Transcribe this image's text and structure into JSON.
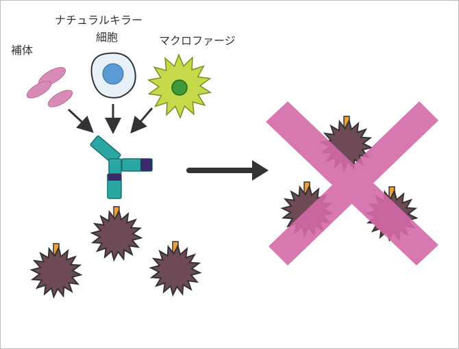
{
  "labels": {
    "complement": "補体",
    "nk_line1": "ナチュラルキラー",
    "nk_line2": "細胞",
    "macrophage": "マクロファージ"
  },
  "colors": {
    "complement": "#d98bb8",
    "nk_cell_outer": "#e8f0f8",
    "nk_nucleus": "#5b9bd5",
    "macrophage_body": "#c5d94a",
    "macrophage_nucleus": "#3e9b3a",
    "antibody_teal": "#2aa6a3",
    "antibody_dark": "#3b2a6b",
    "virus_body": "#6e4a55",
    "virus_tag": "#f0a030",
    "arrow": "#333333",
    "cross": "#d36aa8"
  },
  "icons": [
    "complement-icon",
    "nk-cell-icon",
    "macrophage-icon",
    "antibody-icon",
    "virus-icon",
    "arrow-right-icon",
    "cross-mark-icon"
  ]
}
